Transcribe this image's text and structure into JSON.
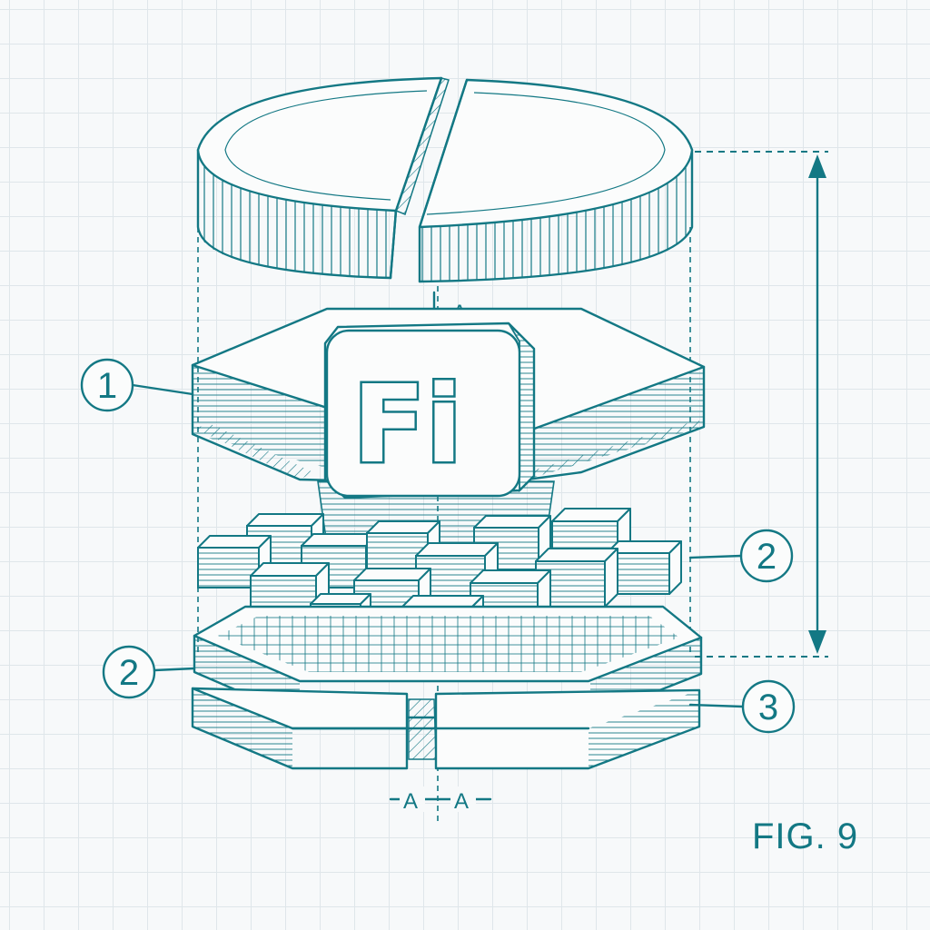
{
  "figure": {
    "label": "FIG. 9",
    "logo_text": "Fi",
    "section_marker_top": "A",
    "section_marker_bottom_left": "A",
    "section_marker_bottom_right": "A"
  },
  "callouts": [
    {
      "id": "layer-1",
      "number": "1"
    },
    {
      "id": "cubes-right",
      "number": "2"
    },
    {
      "id": "grid-base-left",
      "number": "2"
    },
    {
      "id": "base-right",
      "number": "3"
    }
  ],
  "colors": {
    "ink": "#137884",
    "paper": "#f7f9fa",
    "grid": "#dfe6ea"
  }
}
